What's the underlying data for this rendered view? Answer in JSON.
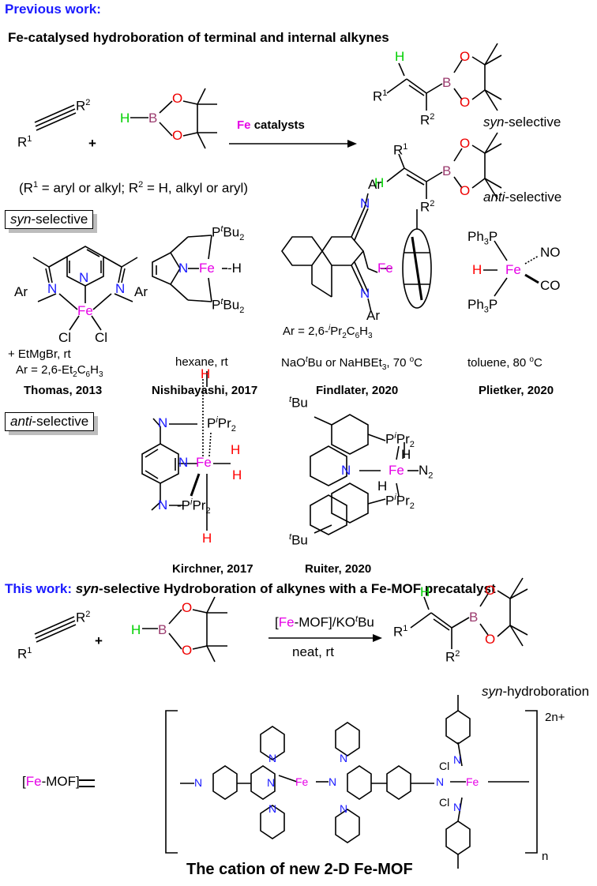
{
  "previous": {
    "heading": "Previous work:",
    "title": "Fe-catalysed hydroboration of terminal and internal alkynes",
    "catalyst": "catalysts",
    "fe": "Fe",
    "scope_pre": "(R",
    "scope_mid": " = aryl or alkyl; R",
    "scope_post": " = H, alkyl or aryl)",
    "syn_label_it": "syn",
    "syn_label_rest": "-selective",
    "anti_label_it": "anti",
    "anti_label_rest": "-selective"
  },
  "syn_box": {
    "it": "syn",
    "rest": "-selective"
  },
  "anti_box": {
    "it": "anti",
    "rest": "-selective"
  },
  "catalysts_syn": [
    {
      "cond1": "+ EtMgBr, rt",
      "cond2": "Ar = 2,6-Et",
      "ref": "Thomas, 2013"
    },
    {
      "cond1": "hexane, rt",
      "ref": "Nishibayashi, 2017"
    },
    {
      "ar": "Ar = 2,6-",
      "cond1": "NaO",
      "cond1b": "Bu or NaHBEt",
      "cond1c": ", 70 ",
      "ref": "Findlater, 2020"
    },
    {
      "cond1": "toluene, 80 ",
      "ref": "Plietker, 2020"
    }
  ],
  "catalysts_anti": [
    {
      "ref": "Kirchner, 2017"
    },
    {
      "ref": "Ruiter, 2020"
    }
  ],
  "thiswork": {
    "lead": "This work",
    "colon": ": ",
    "syn": "syn",
    "rest": "-selective Hydroboration of alkynes with a Fe-MOF precatalyst",
    "reagent_pre": "[",
    "reagent_fe": "Fe",
    "reagent_post": "-MOF]/KO",
    "reagent_bu": "Bu",
    "cond": "neat, rt",
    "product_it": "syn",
    "product_rest": "-hydroboration"
  },
  "mof": {
    "label_pre": "[",
    "label_fe": "Fe",
    "label_post": "-MOF]",
    "charge": "2n+",
    "n": "n",
    "caption": "The cation of new 2-D Fe-MOF"
  }
}
